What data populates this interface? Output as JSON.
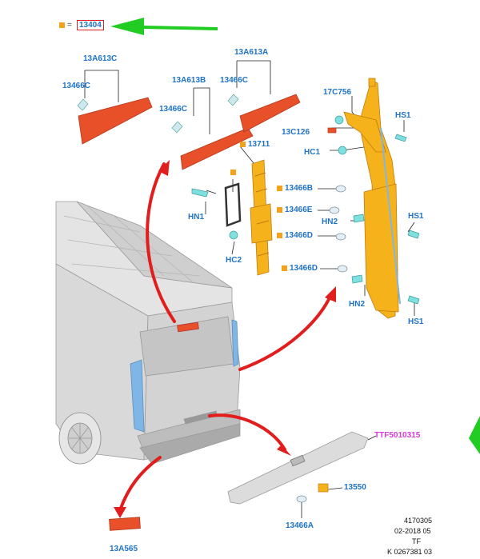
{
  "legend": {
    "equals": "=",
    "ref": "13404"
  },
  "labels": {
    "l_13A613C": "13A613C",
    "l_13A613A": "13A613A",
    "l_13A613B": "13A613B",
    "l_13466C_1": "13466C",
    "l_13466C_2": "13466C",
    "l_13466C_3": "13466C",
    "l_17C756": "17C756",
    "l_HS1_1": "HS1",
    "l_13C126": "13C126",
    "l_HC1": "HC1",
    "l_13711": "13711",
    "l_13466B": "13466B",
    "l_HN1": "HN1",
    "l_13466E": "13466E",
    "l_HN2_1": "HN2",
    "l_HS1_2": "HS1",
    "l_13466D_1": "13466D",
    "l_HC2": "HC2",
    "l_13466D_2": "13466D",
    "l_HN2_2": "HN2",
    "l_HS1_3": "HS1",
    "l_TTF": "TTF5010315",
    "l_13550": "13550",
    "l_13466A": "13466A",
    "l_13A565": "13A565"
  },
  "footer": {
    "line1": "4170305",
    "line2": "02-2018 05",
    "line3": "TF",
    "line4": "K 0267381 03"
  },
  "colors": {
    "label": "#1e73c8",
    "bullet": "#f4a21c",
    "lamp_red": "#e8502a",
    "bracket_yellow": "#f5b21a",
    "arrow_red": "#e21d1d",
    "arrow_green": "#22cc22",
    "body_grey": "#d6d6d6",
    "glass_blue": "#7fb6e6",
    "clip_cyan": "#7fe0e0"
  }
}
